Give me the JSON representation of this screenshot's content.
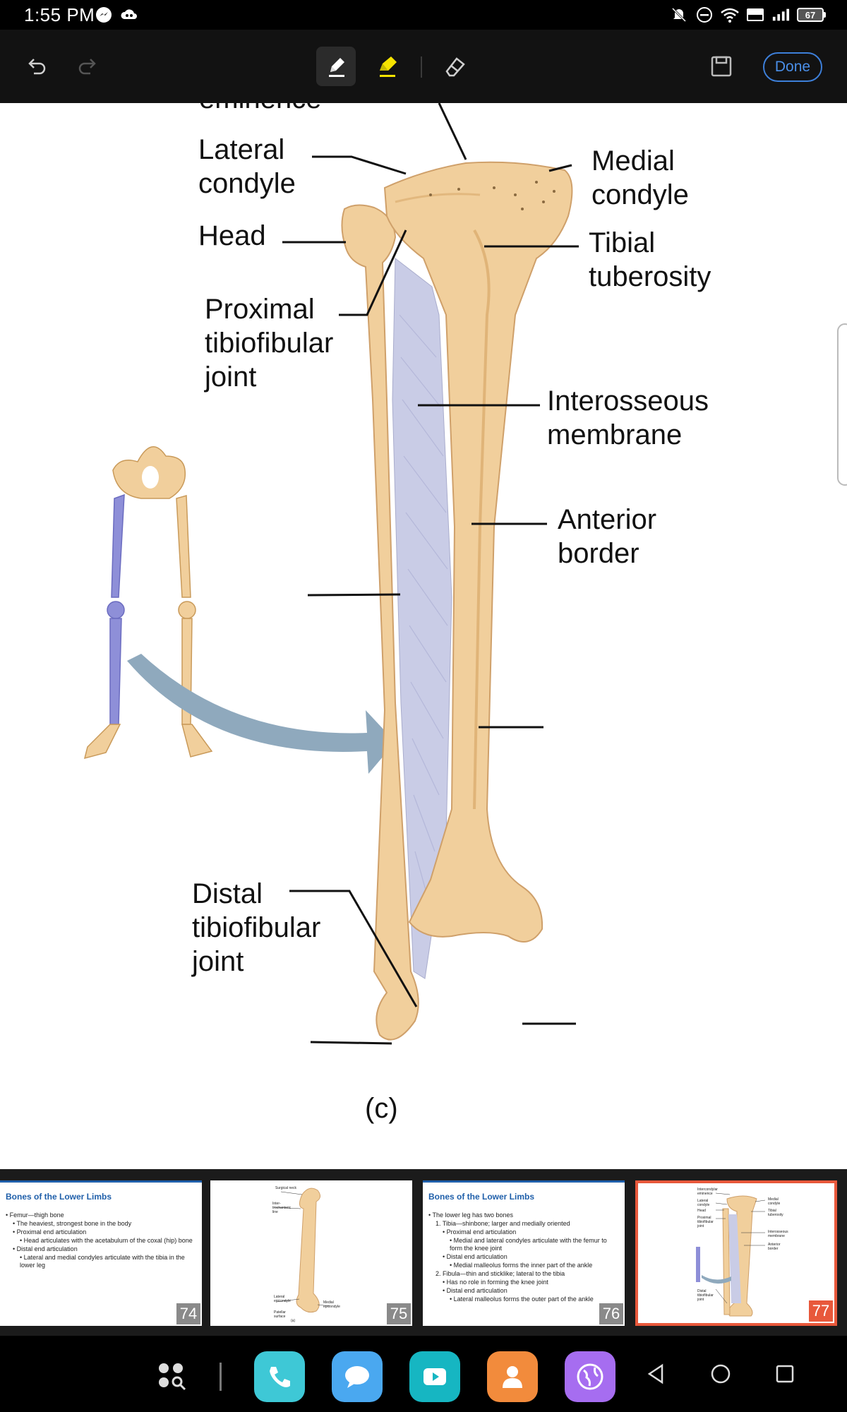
{
  "status_bar": {
    "time": "1:55 PM",
    "battery": "67",
    "icons_left": [
      "messenger-icon",
      "cloud-app-icon"
    ],
    "icons_right": [
      "mute-icon",
      "dnd-icon",
      "wifi-icon",
      "volte-icon",
      "signal-icon",
      "battery-icon"
    ]
  },
  "toolbar": {
    "done_label": "Done",
    "tools": [
      "undo-icon",
      "redo-icon",
      "pen-icon",
      "highlighter-icon",
      "eraser-icon",
      "save-icon"
    ],
    "highlighter_color": "#f5e300",
    "accent": "#4a8fe8"
  },
  "slide": {
    "labels": {
      "eminence": "eminence",
      "lateral_condyle": "Lateral\ncondyle",
      "medial_condyle": "Medial\ncondyle",
      "head": "Head",
      "tibial_tuberosity": "Tibial\ntuberosity",
      "proximal_tibiofibular_joint": "Proximal\ntibiofibular\njoint",
      "interosseous_membrane": "Interosseous\nmembrane",
      "anterior_border": "Anterior\nborder",
      "distal_tibiofibular_joint": "Distal\ntibiofibular\njoint",
      "figure_caption": "(c)"
    },
    "colors": {
      "bone": "#f1cf9c",
      "bone_shade": "#d9a86a",
      "membrane": "#c9cce6",
      "highlighted_bone": "#8e8fd8",
      "arrow": "#8fa9bd"
    }
  },
  "thumbnails": [
    {
      "number": "74",
      "title": "Bones of the Lower Limbs",
      "lines": [
        "• Femur—thigh bone",
        "• The heaviest, strongest bone in the body",
        "• Proximal end articulation",
        "• Head articulates with the acetabulum of the coxal (hip) bone",
        "• Distal end articulation",
        "• Lateral and medial condyles articulate with the tibia in the lower leg"
      ]
    },
    {
      "number": "75",
      "mini_labels": [
        "Surgical neck",
        "Inter-trochanteric line",
        "Lateral epicondyle",
        "Medial epicondyle",
        "Patellar surface",
        "(a)"
      ]
    },
    {
      "number": "76",
      "title": "Bones of the Lower Limbs",
      "lines": [
        "• The lower leg has two bones",
        "1. Tibia—shinbone; larger and medially oriented",
        "• Proximal end articulation",
        "• Medial and lateral condyles articulate with the femur to form the knee joint",
        "• Distal end articulation",
        "• Medial malleolus forms the inner part of the ankle",
        "2. Fibula—thin and sticklike; lateral to the tibia",
        "• Has no role in forming the knee joint",
        "• Distal end articulation",
        "• Lateral malleolus forms the outer part of the ankle"
      ]
    },
    {
      "number": "77",
      "active": true,
      "mini_labels": [
        "Intercondylar eminence",
        "Lateral condyle",
        "Head",
        "Proximal tibiofibular joint",
        "Medial condyle",
        "Tibial tuberosity",
        "Interosseous membrane",
        "Anterior border",
        "Distal tibiofibular joint"
      ]
    }
  ],
  "navbar": {
    "apps": [
      "app-drawer-icon",
      "phone-app-icon",
      "messages-app-icon",
      "video-app-icon",
      "contacts-app-icon",
      "browser-app-icon"
    ],
    "system": [
      "back-icon",
      "home-icon",
      "recents-icon"
    ]
  }
}
